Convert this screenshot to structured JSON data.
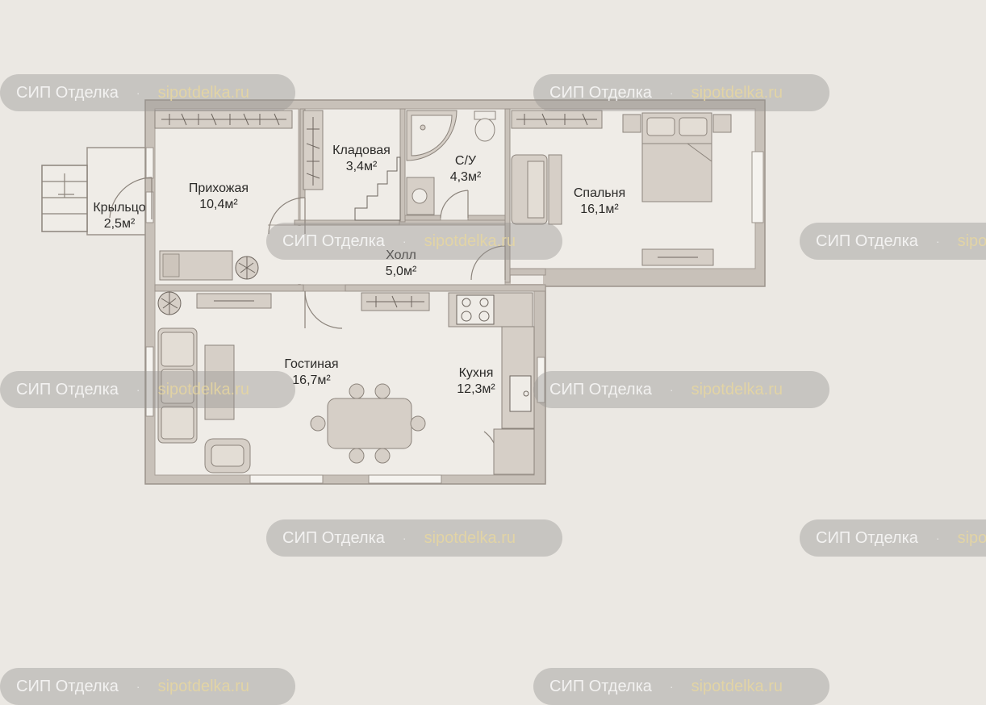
{
  "colors": {
    "background": "#ebe8e3",
    "wall": "#c8c1b9",
    "wall_edge": "#9b938b",
    "floor": "#efece7",
    "furniture": "#d6cfc7",
    "furniture_edge": "#8c847c",
    "watermark_brand": "#ffffff",
    "watermark_site": "#e6d6a0"
  },
  "rooms": {
    "porch": {
      "name": "Крыльцо",
      "area": "2,5м²"
    },
    "hallway": {
      "name": "Прихожая",
      "area": "10,4м²"
    },
    "pantry": {
      "name": "Кладовая",
      "area": "3,4м²"
    },
    "bathroom": {
      "name": "С/У",
      "area": "4,3м²"
    },
    "bedroom": {
      "name": "Спальня",
      "area": "16,1м²"
    },
    "hall": {
      "name": "Холл",
      "area": "5,0м²"
    },
    "living": {
      "name": "Гостиная",
      "area": "16,7м²"
    },
    "kitchen": {
      "name": "Кухня",
      "area": "12,3м²"
    }
  },
  "watermark": {
    "brand": "СИП Отделка",
    "separator": "·",
    "site": "sipotdelka.ru"
  }
}
